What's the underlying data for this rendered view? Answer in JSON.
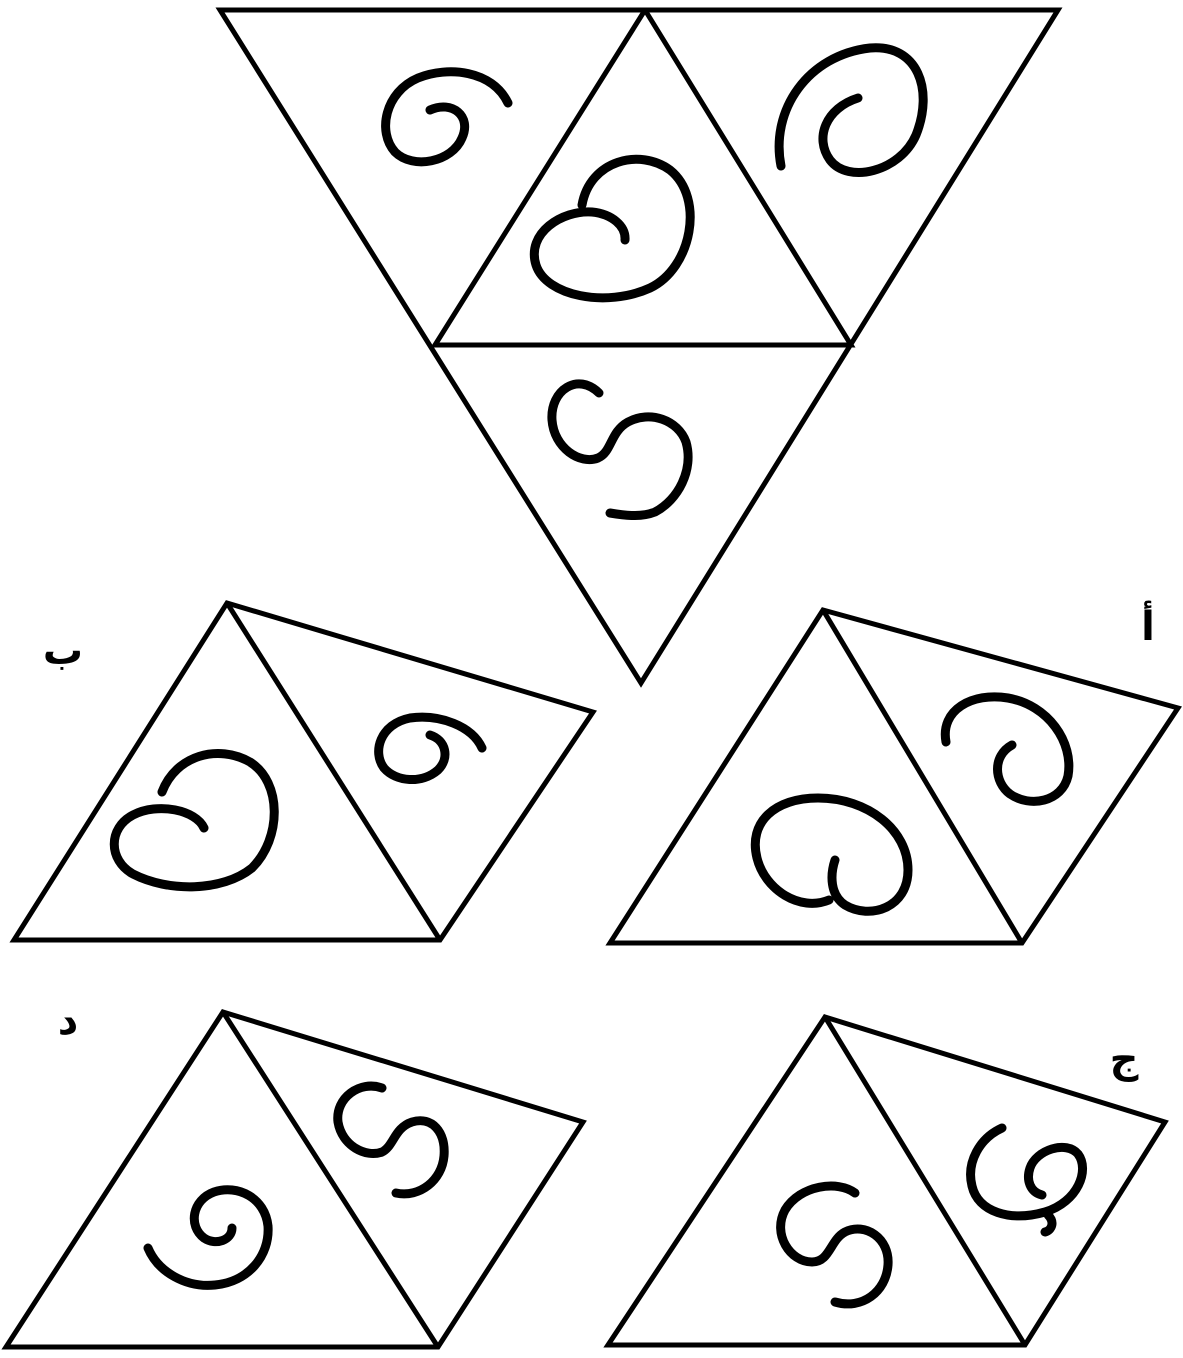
{
  "puzzle": {
    "main_figure": "unfolded-tetrahedron-net-with-swirls",
    "options": [
      {
        "id": "alif",
        "label": "أ"
      },
      {
        "id": "ba",
        "label": "ب"
      },
      {
        "id": "jim",
        "label": "ج"
      },
      {
        "id": "dal",
        "label": "د"
      }
    ]
  },
  "colors": {
    "ink": "#000000",
    "paper": "#ffffff"
  }
}
